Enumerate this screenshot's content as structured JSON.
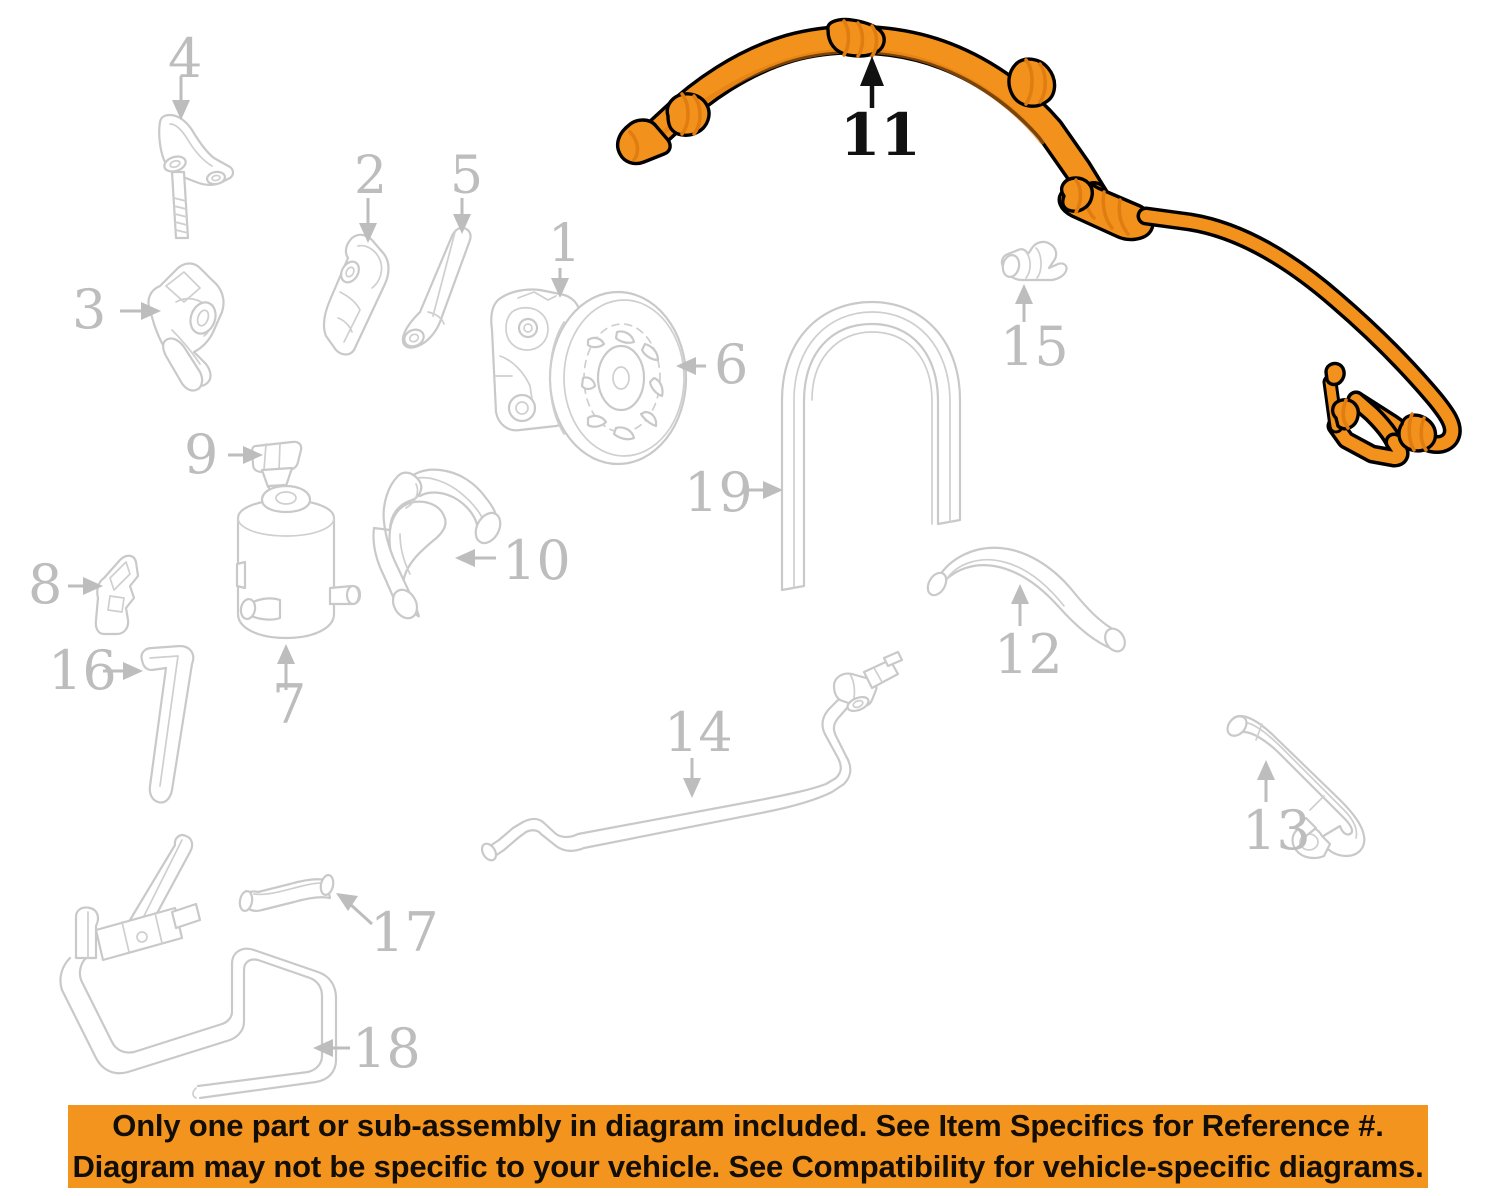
{
  "diagram": {
    "title": "Power Steering Pump, Hoses and Lines Exploded Parts Diagram",
    "highlight_color": "#f2911c",
    "highlight_outline_color": "#000000",
    "ghost_color": "#c9c9c9",
    "background_color": "#ffffff",
    "highlighted_reference": "11",
    "callouts": [
      {
        "number": "1",
        "name": "power-steering-pump-body",
        "highlighted": false
      },
      {
        "number": "2",
        "name": "pump-mounting-bracket",
        "highlighted": false
      },
      {
        "number": "3",
        "name": "pump-support-bracket",
        "highlighted": false
      },
      {
        "number": "4",
        "name": "adjusting-bracket-with-bolt",
        "highlighted": false
      },
      {
        "number": "5",
        "name": "belt-tensioner-arm",
        "highlighted": false
      },
      {
        "number": "6",
        "name": "pump-pulley",
        "highlighted": false
      },
      {
        "number": "7",
        "name": "fluid-reservoir",
        "highlighted": false
      },
      {
        "number": "8",
        "name": "reservoir-bracket",
        "highlighted": false
      },
      {
        "number": "9",
        "name": "reservoir-cap",
        "highlighted": false
      },
      {
        "number": "10",
        "name": "suction-hose",
        "highlighted": false
      },
      {
        "number": "11",
        "name": "pressure-hose-assembly",
        "highlighted": true
      },
      {
        "number": "12",
        "name": "return-hose",
        "highlighted": false
      },
      {
        "number": "13",
        "name": "cooler-hose",
        "highlighted": false
      },
      {
        "number": "14",
        "name": "return-line-tube",
        "highlighted": false
      },
      {
        "number": "15",
        "name": "flow-control-valve-fitting",
        "highlighted": false
      },
      {
        "number": "16",
        "name": "feed-tube",
        "highlighted": false
      },
      {
        "number": "17",
        "name": "short-connector-hose",
        "highlighted": false
      },
      {
        "number": "18",
        "name": "fluid-cooler-loop",
        "highlighted": false
      },
      {
        "number": "19",
        "name": "drive-belt",
        "highlighted": false
      }
    ]
  },
  "labels": {
    "n1": "1",
    "n2": "2",
    "n3": "3",
    "n4": "4",
    "n5": "5",
    "n6": "6",
    "n7": "7",
    "n8": "8",
    "n9": "9",
    "n10": "10",
    "n11": "11",
    "n12": "12",
    "n13": "13",
    "n14": "14",
    "n15": "15",
    "n16": "16",
    "n17": "17",
    "n18": "18",
    "n19": "19"
  },
  "banner": {
    "background_color": "#f2941d",
    "text_color": "#120d05",
    "line1": "Only one part or sub-assembly in diagram included. See Item Specifics for Reference #.",
    "line2": "Diagram may not be specific to your vehicle. See Compatibility for vehicle-specific diagrams."
  }
}
